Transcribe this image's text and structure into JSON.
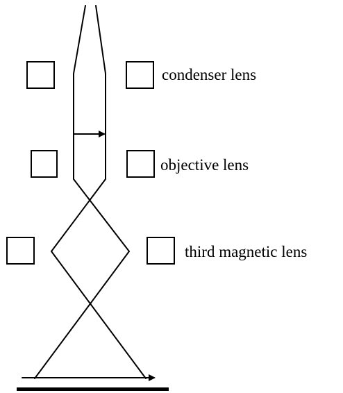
{
  "labels": {
    "condenser": "condenser lens",
    "objective": "objective lens",
    "third": "third magnetic lens"
  },
  "colors": {
    "stroke": "#000000",
    "background": "#ffffff"
  }
}
